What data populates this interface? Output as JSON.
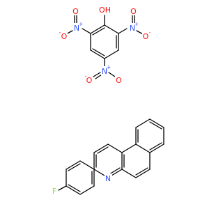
{
  "molecules": [
    {
      "name": "picric acid",
      "atoms": {
        "hydroxyl": "OH",
        "nitro_left": {
          "n": "N",
          "o_top": "O",
          "o_side": "O",
          "o_side_charge": "-",
          "n_charge": "+"
        },
        "nitro_right": {
          "n": "N",
          "o_top": "O",
          "o_side": "O",
          "o_side_charge": "-",
          "n_charge": "+"
        },
        "nitro_bottom": {
          "n": "N",
          "o_left": "O",
          "o_right": "O",
          "o_left_charge": "-",
          "n_charge": "+"
        }
      }
    },
    {
      "name": "3-(4-fluorophenyl)benzo[f]quinoline",
      "atoms": {
        "fluorine": "F",
        "ring_nitrogen": "N"
      }
    }
  ],
  "colors": {
    "bond": "#000000",
    "oxygen": "#ff0d0d",
    "nitrogen": "#3050f8",
    "fluorine": "#90e050"
  }
}
